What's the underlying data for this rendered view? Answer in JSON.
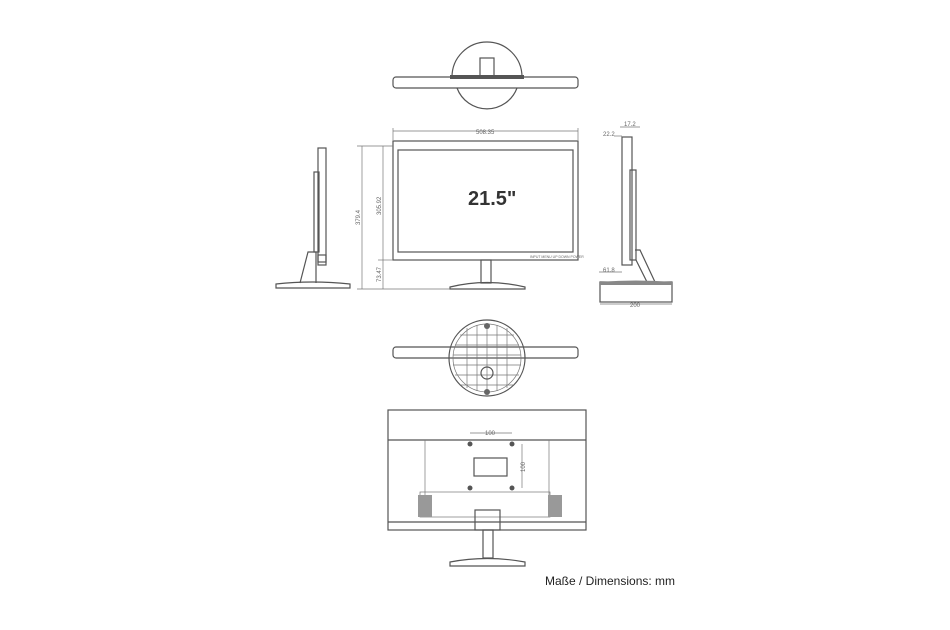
{
  "screen_size_label": "21.5\"",
  "front_labels": "INPUT  MENU  UP  DOWN  POWER",
  "dimensions": {
    "width": "508.35",
    "total_height": "379.4",
    "panel_height": "305.92",
    "stand_gap": "73.47",
    "depth_top": "17.2",
    "depth_panel": "22.2",
    "base_offset": "61.8",
    "base_depth": "200",
    "vesa": "100",
    "vesa_vertical": "100"
  },
  "caption": "Maße / Dimensions: mm"
}
